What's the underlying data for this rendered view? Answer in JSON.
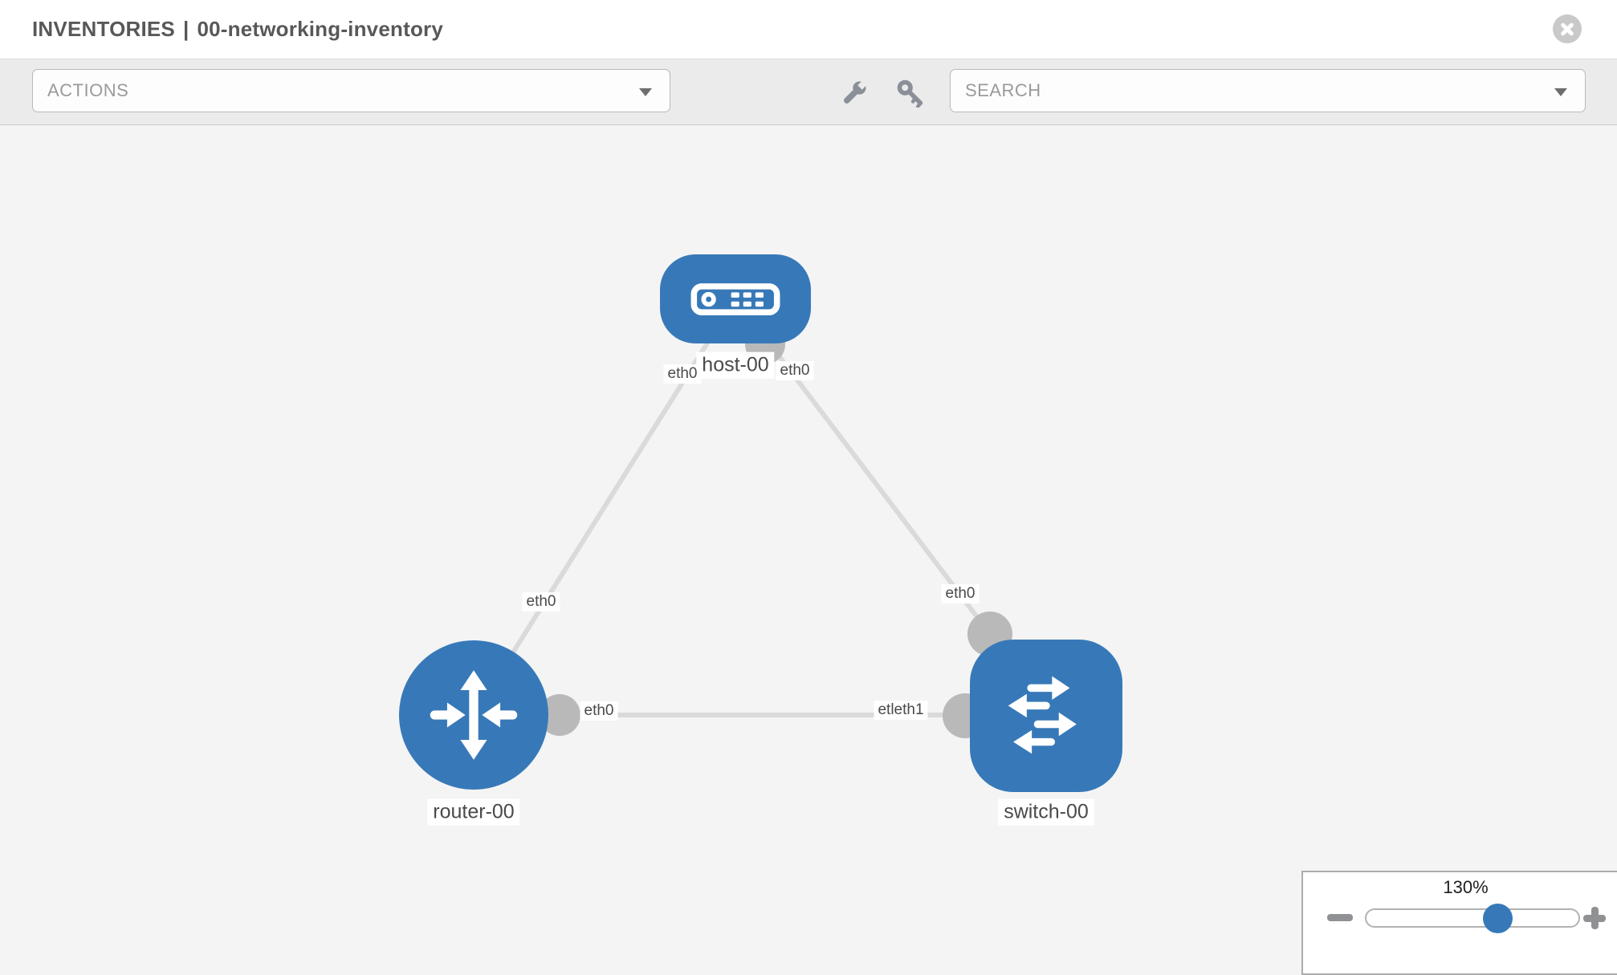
{
  "header": {
    "breadcrumb": "INVENTORIES",
    "separator": "|",
    "inventory_name": "00-networking-inventory",
    "close_icon": "close-x-in-circle"
  },
  "toolbar": {
    "actions_label": "ACTIONS",
    "search_label": "SEARCH",
    "wrench_icon": "wrench",
    "key_icon": "key",
    "caret_icon": "chevron-down-triangle"
  },
  "topology": {
    "nodes": [
      {
        "label": "host-00",
        "type": "host",
        "icon": "server-icon",
        "shape": "rounded-rect"
      },
      {
        "label": "router-00",
        "type": "router",
        "icon": "router-arrows-icon",
        "shape": "circle"
      },
      {
        "label": "switch-00",
        "type": "switch",
        "icon": "switch-arrows-icon",
        "shape": "rounded-square"
      }
    ],
    "links": [
      {
        "from": "router-00",
        "to": "host-00",
        "from_label": "eth0",
        "to_label": "eth0"
      },
      {
        "from": "host-00",
        "to": "switch-00",
        "from_label": "eth0",
        "to_label": "eth0"
      },
      {
        "from": "router-00",
        "to": "switch-00",
        "from_label": "eth0",
        "to_label": "etleth1"
      }
    ]
  },
  "zoom_control": {
    "level": "130%",
    "zoom_out_icon": "minus",
    "zoom_in_icon": "plus"
  },
  "colors": {
    "node_blue": "#3779b8",
    "link_gray": "#dadada",
    "port_gray": "#b9b9b9",
    "toolbar_gray": "#ebebeb",
    "canvas_gray": "#f4f4f4"
  }
}
